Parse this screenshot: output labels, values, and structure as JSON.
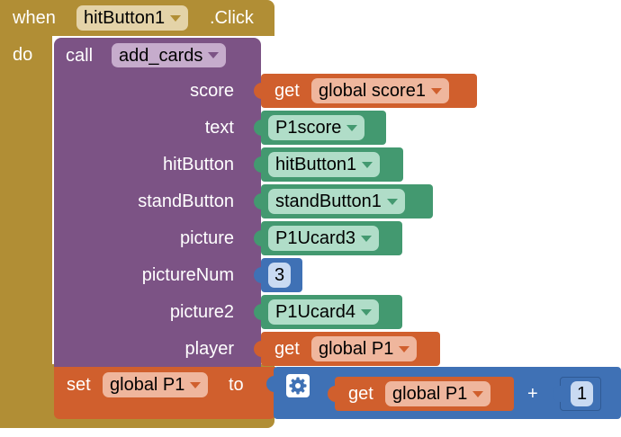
{
  "event": {
    "when_label": "when",
    "component": "hitButton1",
    "event_name": ".Click",
    "do_label": "do"
  },
  "call": {
    "call_label": "call",
    "procedure": "add_cards",
    "args": [
      {
        "name": "score",
        "kind": "get",
        "get_label": "get",
        "value": "global score1"
      },
      {
        "name": "text",
        "kind": "comp",
        "value": "P1score"
      },
      {
        "name": "hitButton",
        "kind": "comp",
        "value": "hitButton1"
      },
      {
        "name": "standButton",
        "kind": "comp",
        "value": "standButton1"
      },
      {
        "name": "picture",
        "kind": "comp",
        "value": "P1Ucard3"
      },
      {
        "name": "pictureNum",
        "kind": "num",
        "value": "3"
      },
      {
        "name": "picture2",
        "kind": "comp",
        "value": "P1Ucard4"
      },
      {
        "name": "player",
        "kind": "get",
        "get_label": "get",
        "value": "global P1"
      }
    ]
  },
  "set_block": {
    "set_label": "set",
    "variable": "global P1",
    "to_label": "to",
    "gear_icon": "gear-icon",
    "add": {
      "get_label": "get",
      "left_var": "global P1",
      "operator": "+",
      "right_num": "1"
    }
  },
  "colors": {
    "event": "#B18E35",
    "event_field": "#E4D3A8",
    "procedure": "#7C5385",
    "procedure_field": "#C6ACCC",
    "variable": "#D05F2D",
    "variable_field": "#EFB69D",
    "component": "#439970",
    "component_field": "#B0DDC8",
    "math": "#3F71B5",
    "math_field": "#C9DAF2"
  }
}
